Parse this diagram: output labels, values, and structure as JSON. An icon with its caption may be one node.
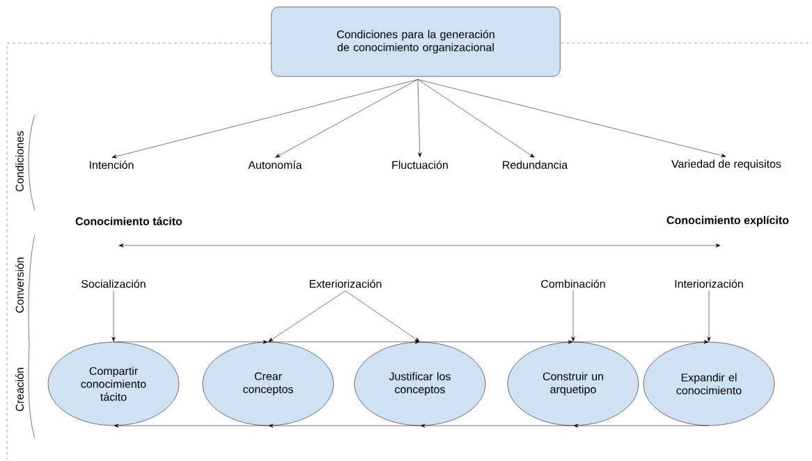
{
  "diagram": {
    "nodes": [
      {
        "text": [
          "Condiciones para la generación de conocimiento organizacional"
        ]
      },
      {
        "text": [
          "Intención"
        ]
      },
      {
        "text": [
          "Autonomía"
        ]
      },
      {
        "text": [
          "Fluctuación"
        ]
      },
      {
        "text": [
          "Redundancia"
        ]
      },
      {
        "text": [
          "Variedad de requisitos"
        ]
      },
      {
        "text": [
          "Conocimiento tácito"
        ]
      },
      {
        "text": [
          "Conocimiento explícito"
        ]
      },
      {
        "text": [
          "Socialización"
        ]
      },
      {
        "text": [
          "Exteriorización"
        ]
      },
      {
        "text": [
          "Combinación"
        ]
      },
      {
        "text": [
          "Interiorización"
        ]
      },
      {
        "text": [
          "Compartir conocimiento tácito"
        ]
      },
      {
        "text": [
          "Crear conceptos"
        ]
      },
      {
        "text": [
          "Justificar los conceptos"
        ]
      },
      {
        "text": [
          "Construir un arquetipo"
        ]
      },
      {
        "text": [
          "Expandir el conocimiento"
        ]
      }
    ],
    "edges": [
      {
        "from": 0,
        "to": 1,
        "arrow": "to"
      },
      {
        "from": 0,
        "to": 2,
        "arrow": "to"
      },
      {
        "from": 0,
        "to": 3,
        "arrow": "to"
      },
      {
        "from": 0,
        "to": 4,
        "arrow": "to"
      },
      {
        "from": 0,
        "to": 5,
        "arrow": "to"
      },
      {
        "from": 8,
        "to": 12,
        "arrow": "to"
      },
      {
        "from": 9,
        "to": 13,
        "arrow": "to"
      },
      {
        "from": 9,
        "to": 14,
        "arrow": "to"
      },
      {
        "from": 10,
        "to": 15,
        "arrow": "to"
      },
      {
        "from": 11,
        "to": 16,
        "arrow": "to"
      },
      {
        "from": 12,
        "to": 13,
        "arrow": "to"
      },
      {
        "from": 13,
        "to": 14,
        "arrow": "to"
      },
      {
        "from": 14,
        "to": 15,
        "arrow": "to"
      },
      {
        "from": 15,
        "to": 16,
        "arrow": "to"
      },
      {
        "from": 16,
        "to": 15,
        "arrow": "to"
      },
      {
        "from": 15,
        "to": 14,
        "arrow": "to"
      },
      {
        "from": 14,
        "to": 13,
        "arrow": "to"
      },
      {
        "from": 13,
        "to": 12,
        "arrow": "to"
      }
    ],
    "labels": [
      "Condiciones",
      "Conversión",
      "Creación"
    ]
  }
}
